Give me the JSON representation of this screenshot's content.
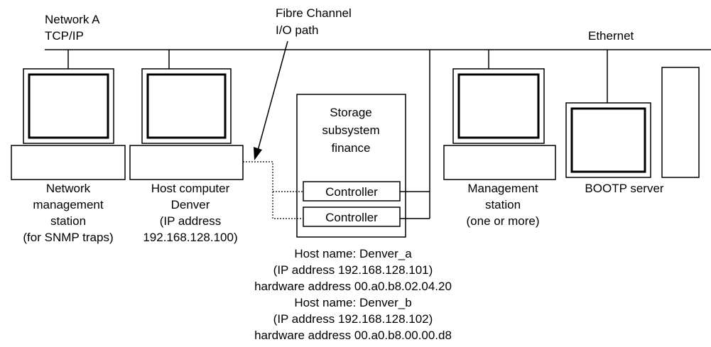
{
  "network_label": {
    "line1": "Network A",
    "line2": "TCP/IP"
  },
  "fibre_label": {
    "line1": "Fibre Channel",
    "line2": "I/O path"
  },
  "ethernet_label": "Ethernet",
  "storage": {
    "title_line1": "Storage",
    "title_line2": "subsystem",
    "title_line3": "finance",
    "controller_1": "Controller",
    "controller_2": "Controller"
  },
  "network_station": {
    "line1": "Network",
    "line2": "management",
    "line3": "station",
    "line4": "(for SNMP traps)"
  },
  "host_computer": {
    "line1": "Host computer",
    "line2": "Denver",
    "line3": "(IP address",
    "line4": "192.168.128.100)"
  },
  "management_station": {
    "line1": "Management",
    "line2": "station",
    "line3": "(one or more)"
  },
  "bootp_label": "BOOTP server",
  "controller_info": {
    "line1": "Host name: Denver_a",
    "line2": "(IP address 192.168.128.101)",
    "line3": "hardware address 00.a0.b8.02.04.20",
    "line4": "Host name: Denver_b",
    "line5": "(IP address 192.168.128.102)",
    "line6": "hardware address 00.a0.b8.00.00.d8"
  }
}
